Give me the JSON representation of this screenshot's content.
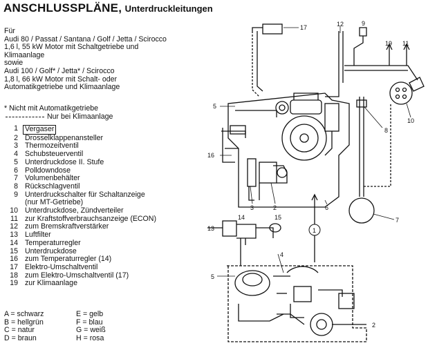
{
  "title": {
    "main": "ANSCHLUSSPLÄNE,",
    "sub": "Unterdruckleitungen"
  },
  "intro_lines": [
    "Für",
    "Audi 80 / Passat / Santana / Golf / Jetta / Scirocco",
    "1,6 l, 55 kW Motor mit Schaltgetriebe und",
    "Klimaanlage",
    "sowie",
    "Audi 100 / Golf* / Jetta* / Scirocco",
    "1,8 l, 66 kW Motor mit Schalt- oder",
    "Automatikgetriebe und Klimaanlage"
  ],
  "notes": {
    "no_automatic": "* Nicht mit Automatikgetriebe",
    "only_ac": "Nur bei Klimaanlage"
  },
  "parts": [
    {
      "num": "1",
      "label": "Vergaser"
    },
    {
      "num": "2",
      "label": "Drosselklappenansteller"
    },
    {
      "num": "3",
      "label": "Thermozeitventil"
    },
    {
      "num": "4",
      "label": "Schubsteuerventil"
    },
    {
      "num": "5",
      "label": "Unterdruckdose II. Stufe"
    },
    {
      "num": "6",
      "label": "Polldowndose"
    },
    {
      "num": "7",
      "label": "Volumenbehälter"
    },
    {
      "num": "8",
      "label": "Rückschlagventil"
    },
    {
      "num": "9",
      "label": "Unterdruckschalter für Schaltanzeige"
    },
    {
      "num": "",
      "label": "(nur MT-Getriebe)"
    },
    {
      "num": "10",
      "label": "Unterdruckdose, Zündverteiler"
    },
    {
      "num": "11",
      "label": "zur Kraftstoffverbrauchsanzeige (ECON)"
    },
    {
      "num": "12",
      "label": "zum Bremskraftverstärker"
    },
    {
      "num": "13",
      "label": "Luftfilter"
    },
    {
      "num": "14",
      "label": "Temperaturregler"
    },
    {
      "num": "15",
      "label": "Unterdruckdose"
    },
    {
      "num": "16",
      "label": "zum Temperaturregler (14)"
    },
    {
      "num": "17",
      "label": "Elektro-Umschaltventil"
    },
    {
      "num": "18",
      "label": "zum Elektro-Umschaltventil (17)"
    },
    {
      "num": "19",
      "label": "zur Klimaanlage"
    }
  ],
  "color_codes": [
    {
      "left": "A = schwarz",
      "right": "E = gelb"
    },
    {
      "left": "B = hellgrün",
      "right": "F = blau"
    },
    {
      "left": "C = natur",
      "right": "G = weiß"
    },
    {
      "left": "D = braun",
      "right": "H = rosa"
    }
  ],
  "diagram_callouts": {
    "upper": [
      "17",
      "12",
      "9",
      "19",
      "11",
      "5",
      "8",
      "16",
      "10",
      "3",
      "2",
      "6",
      "7"
    ],
    "lower": [
      "13",
      "14",
      "15",
      "4",
      "5",
      "2"
    ],
    "link_marker": "1"
  }
}
